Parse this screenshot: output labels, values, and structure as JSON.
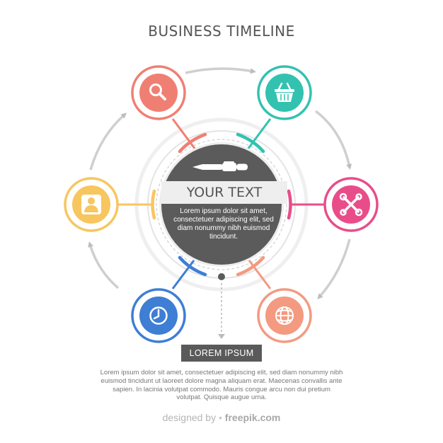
{
  "header": {
    "title": "BUSINESS TIMELINE"
  },
  "center": {
    "title": "YOUR TEXT",
    "body": "Lorem ipsum dolor sit amet, consectetuer adipiscing elit, sed diam nonummy nibh euismod tincidunt.",
    "icon": "pen-icon"
  },
  "nodes": [
    {
      "icon": "search-icon",
      "color": "#f07f73"
    },
    {
      "icon": "basket-icon",
      "color": "#33c2b0"
    },
    {
      "icon": "tools-icon",
      "color": "#e84d8a"
    },
    {
      "icon": "globe-icon",
      "color": "#f39a80"
    },
    {
      "icon": "clock-icon",
      "color": "#3e7ed4"
    },
    {
      "icon": "user-icon",
      "color": "#f7c65f"
    }
  ],
  "tag": {
    "label": "LOREM IPSUM"
  },
  "footer": {
    "text": "Lorem ipsum dolor sit amet, consectetuer adipiscing elit, sed diam nonummy nibh euismod tincidunt ut laoreet dolore magna aliquam erat. Maecenas convallis ante sapien. In lacinia volutpat commodo. Mauris congue arcu non dui pretium volutpat. Quisque augue urna."
  },
  "credit": {
    "prefix": "designed by",
    "brand": "freepik.com"
  }
}
